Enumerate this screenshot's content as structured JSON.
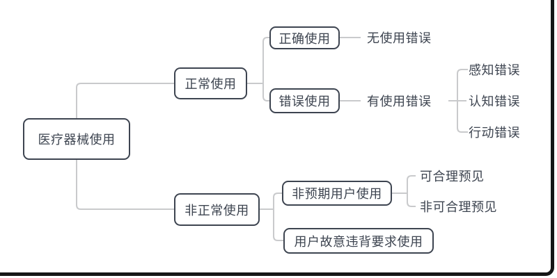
{
  "colors": {
    "background": "#ffffff",
    "node_border": "#3d4450",
    "node_text": "#3d4450",
    "connector": "#c9cacc",
    "frame": "#161616"
  },
  "tree": {
    "label": "医疗器械使用",
    "boxed": true,
    "children": [
      {
        "label": "正常使用",
        "boxed": true,
        "children": [
          {
            "label": "正确使用",
            "boxed": true,
            "children": [
              {
                "label": "无使用错误",
                "boxed": false
              }
            ]
          },
          {
            "label": "错误使用",
            "boxed": true,
            "children": [
              {
                "label": "有使用错误",
                "boxed": false,
                "children": [
                  {
                    "label": "感知错误",
                    "boxed": false
                  },
                  {
                    "label": "认知错误",
                    "boxed": false
                  },
                  {
                    "label": "行动错误",
                    "boxed": false
                  }
                ]
              }
            ]
          }
        ]
      },
      {
        "label": "非正常使用",
        "boxed": true,
        "children": [
          {
            "label": "非预期用户使用",
            "boxed": true,
            "children": [
              {
                "label": "可合理预见",
                "boxed": false
              },
              {
                "label": "非可合理预见",
                "boxed": false
              }
            ]
          },
          {
            "label": "用户故意违背要求使用",
            "boxed": true
          }
        ]
      }
    ]
  }
}
